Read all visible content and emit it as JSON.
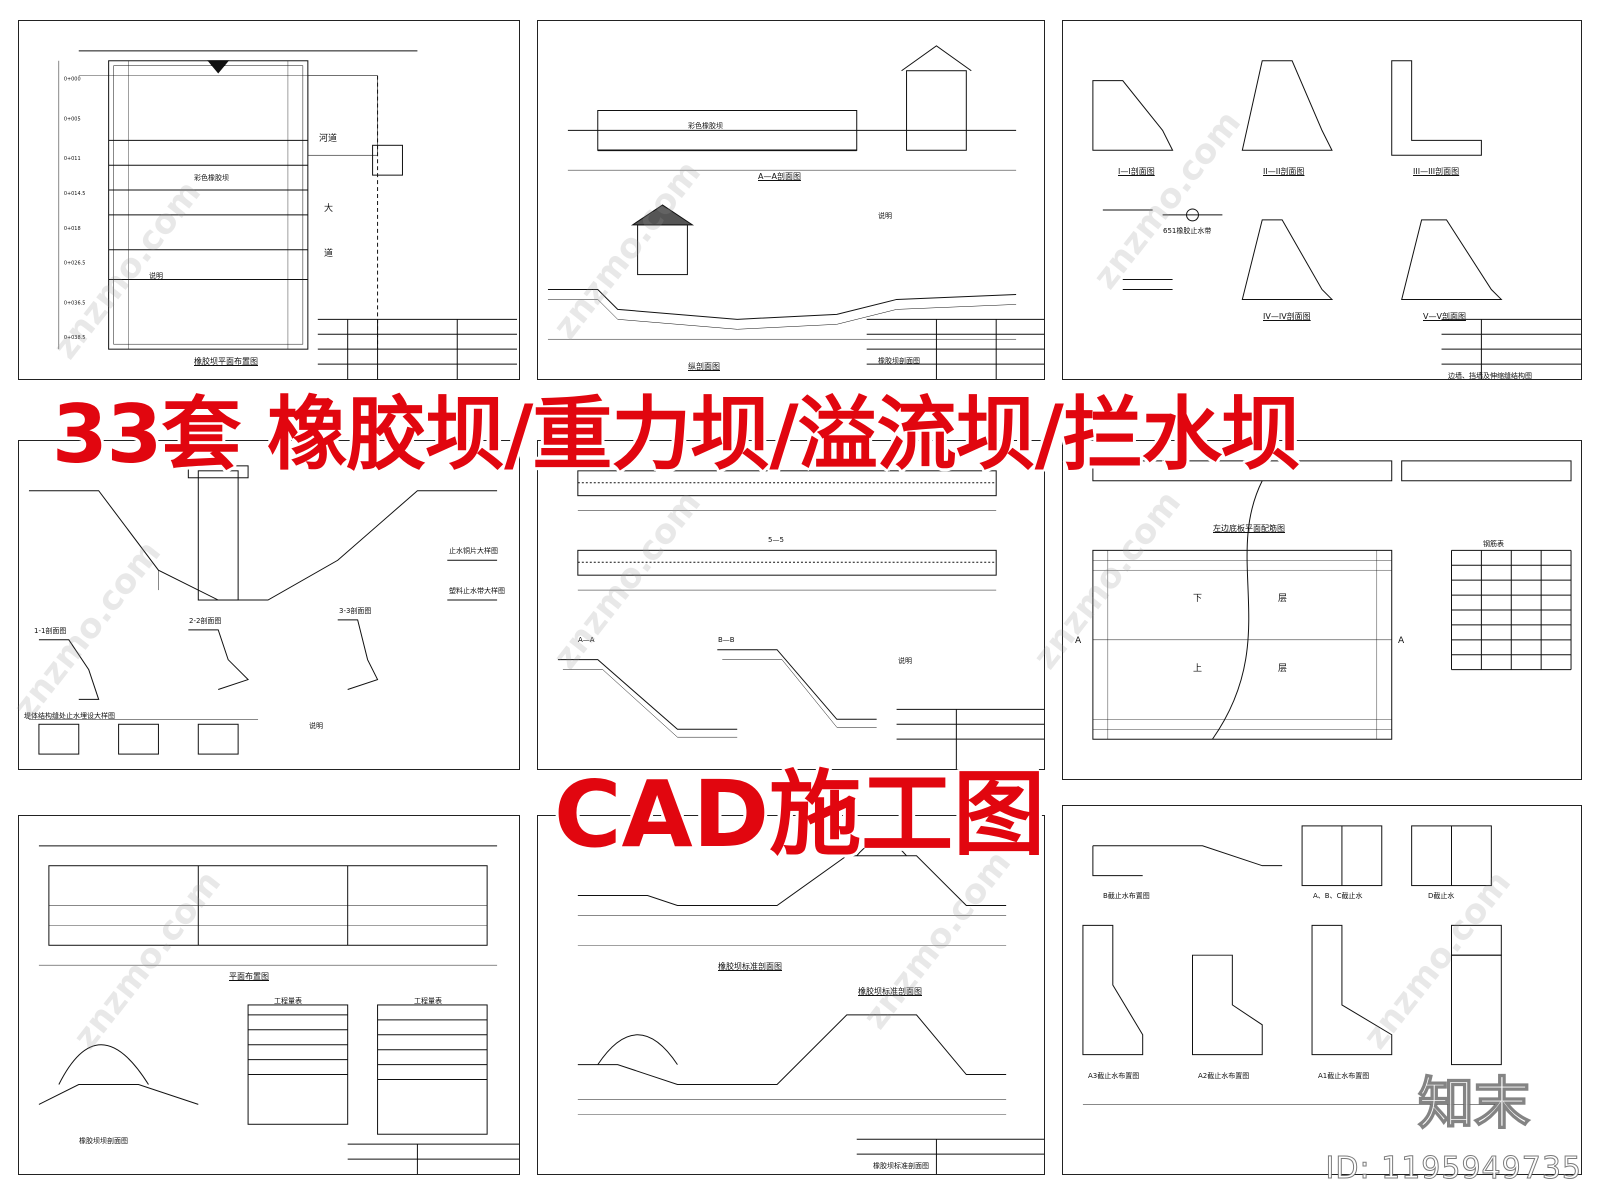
{
  "banner": {
    "title": "33套 橡胶坝/重力坝/溢流坝/拦水坝",
    "subtitle": "CAD施工图"
  },
  "brand": {
    "logo_text": "知末",
    "id_text": "ID: 1195949735",
    "watermark_text": "znzmo.com"
  },
  "colors": {
    "banner": "#e1060f",
    "lines": "#111111"
  },
  "sheets": {
    "s1": {
      "name": "橡胶坝平面布置图",
      "labels": [
        "彩色橡胶坝",
        "说明",
        "河道",
        "大",
        "道"
      ]
    },
    "s2": {
      "name": "A—A剖面图",
      "labels": [
        "彩色橡胶坝",
        "说明",
        "纵剖面图",
        "橡胶坝剖面图"
      ]
    },
    "s3": {
      "name": "I—I剖面图",
      "labels": [
        "II—II剖面图",
        "III—III剖面图",
        "IV—IV剖面图",
        "V—V剖面图",
        "651橡胶止水带",
        "边墙、挡墙及伸缩缝结构图"
      ]
    },
    "s4": {
      "name": "1-1剖面图",
      "labels": [
        "2-2剖面图",
        "3-3剖面图",
        "止水铜片大样图",
        "塑料止水带大样图",
        "堤体结构缝处止水埋设大样图",
        "说明"
      ]
    },
    "s5": {
      "name": "A—A",
      "labels": [
        "B—B",
        "5—5",
        "说明"
      ]
    },
    "s6": {
      "name": "左边底板平面配筋图",
      "labels": [
        "下",
        "层",
        "上",
        "层",
        "钢筋表",
        "A",
        "A"
      ]
    },
    "s7": {
      "name": "平面布置图",
      "labels": [
        "橡胶坝坝剖面图",
        "工程量表",
        "工程量表"
      ]
    },
    "s8": {
      "name": "橡胶坝标准剖面图",
      "labels": [
        "橡胶坝标准剖面图",
        "橡胶坝标准剖面图"
      ]
    },
    "s9": {
      "name": "B截止水布置图",
      "labels": [
        "A、B、C截止水",
        "D截止水",
        "A3截止水布置图",
        "A2截止水布置图",
        "A1截止水布置图"
      ]
    }
  }
}
